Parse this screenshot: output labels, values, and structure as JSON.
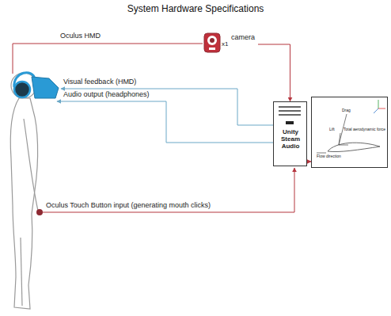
{
  "diagram": {
    "title": "System Hardware Specifications",
    "nodes": [
      {
        "text": [
          "x1",
          "camera"
        ]
      },
      {
        "text": [
          "Unity Steam Audio"
        ]
      },
      {
        "text": [
          "Drag",
          "Lift",
          "Total aerodynamic force",
          "Flow direction"
        ]
      }
    ],
    "edges": [
      {
        "from": 0,
        "to": 1,
        "arrow": "to"
      },
      {
        "from": 1,
        "to": 2,
        "arrow": "to"
      }
    ],
    "labels": [
      "Oculus HMD",
      "Visual feedback (HMD)",
      "Audio output (headphones)",
      "Oculus Touch Button input (generating mouth clicks)"
    ]
  }
}
